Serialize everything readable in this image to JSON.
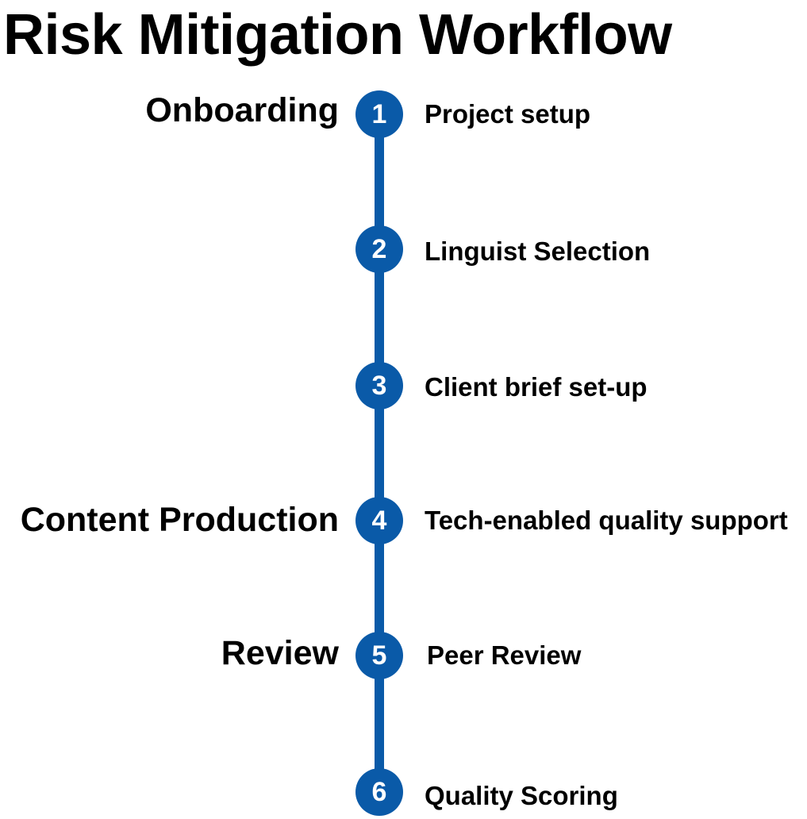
{
  "title": "Risk Mitigation Workflow",
  "colors": {
    "accent": "#0a5aa8",
    "text": "#000000",
    "background": "#ffffff",
    "node_text": "#ffffff"
  },
  "phases": [
    {
      "label": "Onboarding",
      "starts_at_step": 1
    },
    {
      "label": "Content Production",
      "starts_at_step": 4
    },
    {
      "label": "Review",
      "starts_at_step": 5
    }
  ],
  "steps": [
    {
      "number": "1",
      "label": "Project setup"
    },
    {
      "number": "2",
      "label": "Linguist Selection"
    },
    {
      "number": "3",
      "label": "Client brief set-up"
    },
    {
      "number": "4",
      "label": "Tech-enabled quality support"
    },
    {
      "number": "5",
      "label": "Peer Review"
    },
    {
      "number": "6",
      "label": "Quality Scoring"
    }
  ]
}
